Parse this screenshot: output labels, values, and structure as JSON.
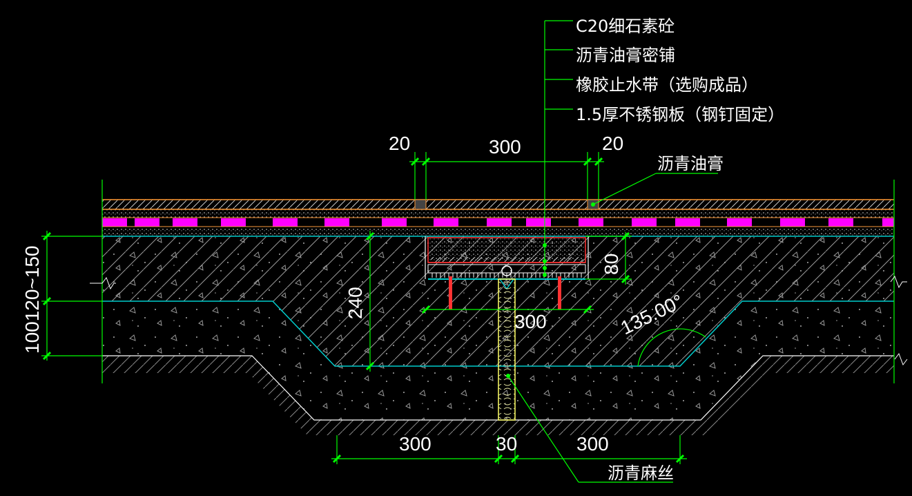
{
  "labels": {
    "c20": "C20细石素砼",
    "asphalt_seal": "沥青油膏密铺",
    "rubber_waterstop": "橡胶止水带（选购成品）",
    "steel_plate": "1.5厚不锈钢板（钢钉固定）",
    "asphalt_paste": "沥青油膏",
    "asphalt_hemp": "沥青麻丝"
  },
  "dimensions": {
    "top_left_gap": "20",
    "top_width": "300",
    "top_right_gap": "20",
    "depth_80": "80",
    "depth_240": "240",
    "plate_width": "300",
    "angle": "135.00°",
    "left_stack": "100120~150",
    "bottom_left": "300",
    "bottom_joint": "30",
    "bottom_right": "300"
  },
  "colors": {
    "background": "#000000",
    "dimension": "#00ff00",
    "layer_line": "#ff9933",
    "magenta_band": "#ff00ff",
    "cyan_line": "#00cccc",
    "hatch": "#bfbfbf",
    "hemp": "#ffff66",
    "anchor": "#ff3333"
  }
}
